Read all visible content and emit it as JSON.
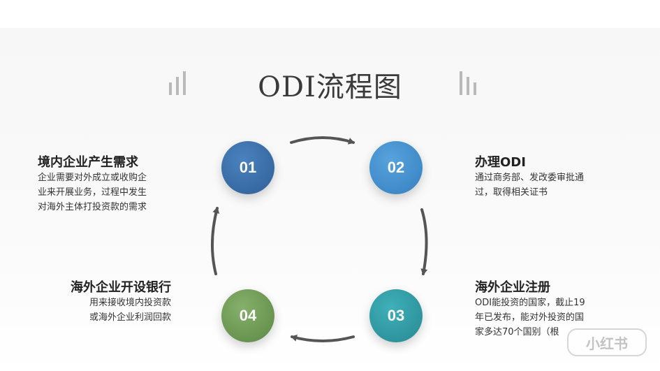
{
  "title": "ODI流程图",
  "colors": {
    "step1": "#3b6ea8",
    "step2": "#3f8fd0",
    "step3": "#2e9aa6",
    "step4": "#6f9a55",
    "arrow": "#555555"
  },
  "steps": [
    {
      "number": "01",
      "heading": "境内企业产生需求",
      "desc": [
        "企业需要对外成立或收购企",
        "业来开展业务，过程中发生",
        "对海外主体打投资款的需求"
      ]
    },
    {
      "number": "02",
      "heading": "办理ODI",
      "desc": [
        "通过商务部、发改委审批通",
        "过，取得相关证书"
      ]
    },
    {
      "number": "03",
      "heading": "海外企业注册",
      "desc": [
        "ODI能投资的国家，截止19",
        "年已发布，能对外投资的国",
        "家多达70个国别（根"
      ]
    },
    {
      "number": "04",
      "heading": "海外企业开设银行",
      "desc": [
        "用来接收境内投资款",
        "或海外企业利润回款"
      ]
    }
  ],
  "watermark": "小红书"
}
